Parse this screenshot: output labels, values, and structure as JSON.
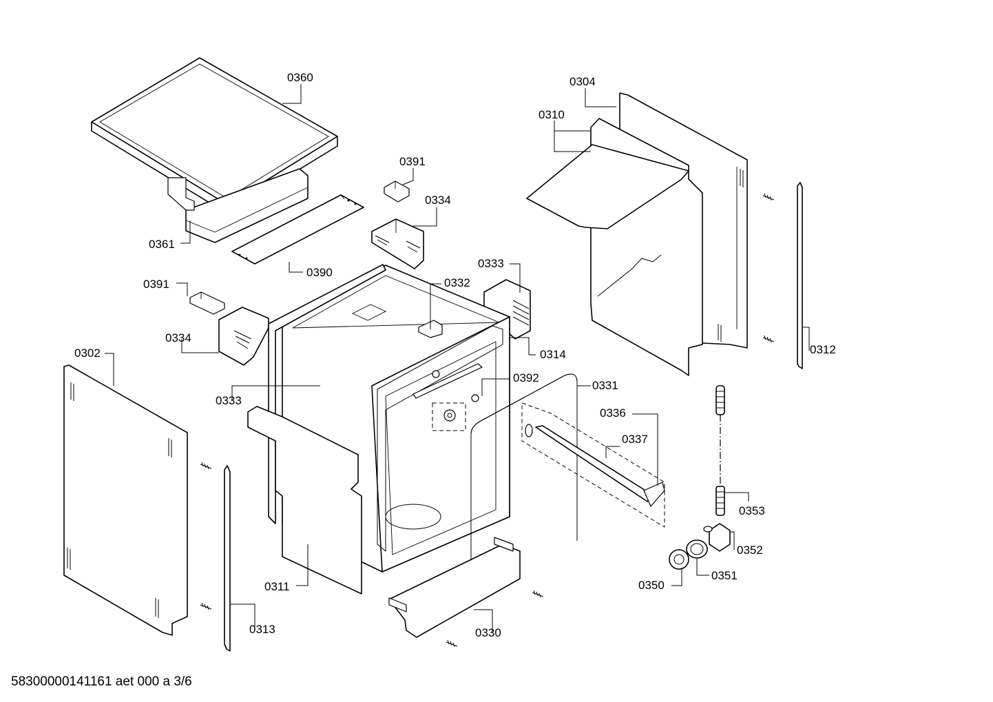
{
  "footer": {
    "code": "58300000141161 aet 000 a 3/6"
  },
  "callouts": {
    "c0360": "0360",
    "c0361": "0361",
    "c0391a": "0391",
    "c0334a": "0334",
    "c0390": "0390",
    "c0391b": "0391",
    "c0334b": "0334",
    "c0333a": "0333",
    "c0332": "0332",
    "c0304": "0304",
    "c0310": "0310",
    "c0312": "0312",
    "c0314": "0314",
    "c0392": "0392",
    "c0331": "0331",
    "c0336": "0336",
    "c0337": "0337",
    "c0302": "0302",
    "c0333b": "0333",
    "c0311": "0311",
    "c0313": "0313",
    "c0330": "0330",
    "c0353": "0353",
    "c0352": "0352",
    "c0351": "0351",
    "c0350": "0350"
  }
}
